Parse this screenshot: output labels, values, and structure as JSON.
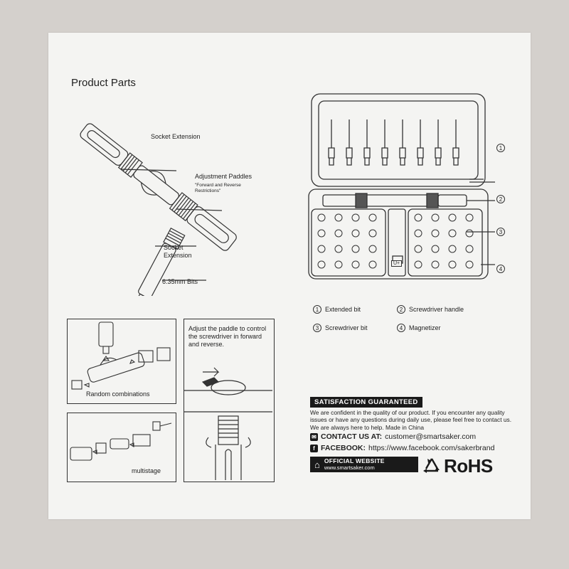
{
  "page": {
    "title": "Product Parts",
    "labels": {
      "socket_extension_top": "Socket Extension",
      "adjustment_paddles": "Adjustment Paddles",
      "restrictions_note": "\"Forward and Reverse Restrictions\"",
      "socket_extension_bottom": "Socket Extension",
      "bits": "6.35mm Bits"
    },
    "panels": {
      "random_combinations": "Random combinations",
      "multistage": "multistage",
      "paddle_instruction": "Adjust the paddle to control the screwdriver in forward and reverse."
    },
    "case_label": "U+",
    "callouts": [
      "1",
      "2",
      "3",
      "4"
    ],
    "legend": [
      {
        "num": "1",
        "text": "Extended bit"
      },
      {
        "num": "2",
        "text": "Screwdriver handle"
      },
      {
        "num": "3",
        "text": "Screwdriver bit"
      },
      {
        "num": "4",
        "text": "Magnetizer"
      }
    ],
    "guarantee": {
      "heading": "SATISFACTION GUARANTEED",
      "body": "We are confident in the quality of our product. If you encounter any quality issues or have any questions during daily use, please feel free to contact us. We are always here to help. Made in China"
    },
    "contact": {
      "email_label": "CONTACT US AT:",
      "email": "customer@smartsaker.com",
      "facebook_label": "FACEBOOK:",
      "facebook": "https://www.facebook.com/sakerbrand"
    },
    "website": {
      "label": "OFFICIAL WEBSITE",
      "url": "www.smartsaker.com"
    },
    "rohs": "RoHS"
  }
}
